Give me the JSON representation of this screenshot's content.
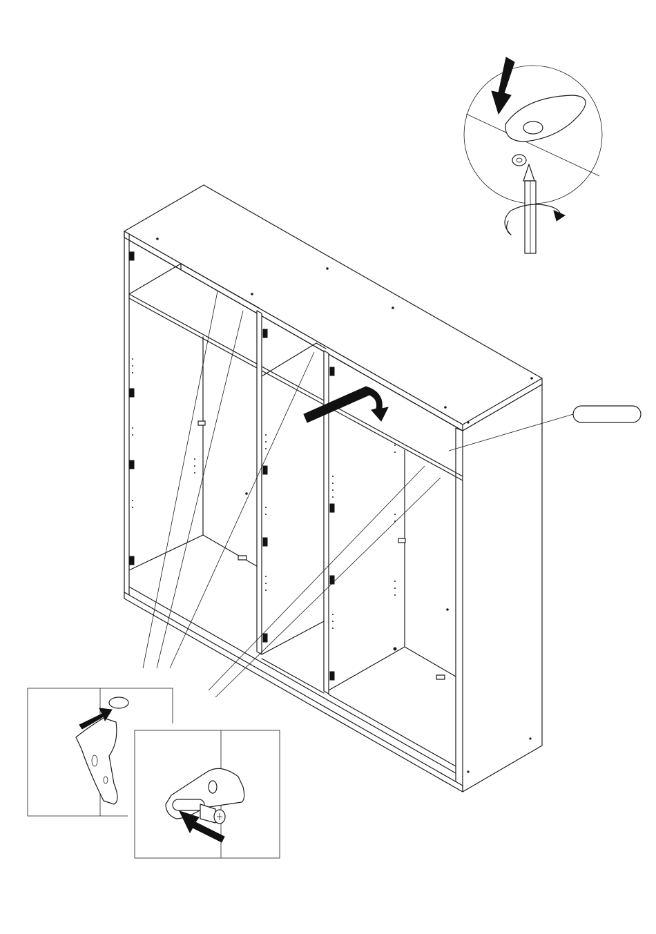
{
  "part_callout": {
    "label": ""
  },
  "colors": {
    "ink": "#1a1a1a",
    "paper": "#ffffff",
    "arrow": "#111111"
  },
  "figures": {
    "main": "wardrobe-carcass",
    "detail_top": "cam-cover-cap-with-screwdriver",
    "detail_left": "hinge-bracket-with-cap",
    "detail_right": "shelf-support-with-screw"
  }
}
